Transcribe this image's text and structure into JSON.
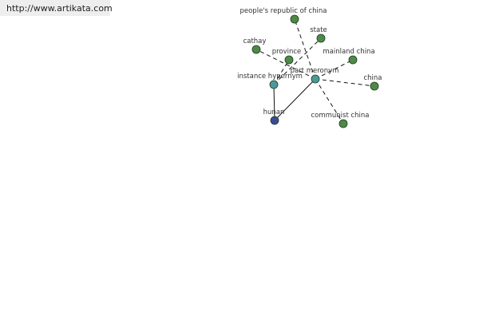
{
  "site": {
    "url_label": "http://www.artikata.com"
  },
  "graph": {
    "colors": {
      "root": "#3c4a96",
      "relation": "#4a9a9c",
      "term": "#4d8a47",
      "edge": "#111111",
      "node_stroke": "#1f3a1f"
    },
    "nodes": [
      {
        "id": "hunan",
        "label": "hunan",
        "kind": "root"
      },
      {
        "id": "instance-hypernym",
        "label": "instance hypernym",
        "kind": "relation"
      },
      {
        "id": "part-meronym",
        "label": "part meronym",
        "kind": "relation"
      },
      {
        "id": "peoples-republic-of-china",
        "label": "people's republic of china",
        "kind": "term"
      },
      {
        "id": "state",
        "label": "state",
        "kind": "term"
      },
      {
        "id": "cathay",
        "label": "cathay",
        "kind": "term"
      },
      {
        "id": "province",
        "label": "province",
        "kind": "term"
      },
      {
        "id": "mainland-china",
        "label": "mainland china",
        "kind": "term"
      },
      {
        "id": "china",
        "label": "china",
        "kind": "term"
      },
      {
        "id": "communist-china",
        "label": "communist china",
        "kind": "term"
      }
    ],
    "edges": [
      {
        "from": "hunan",
        "to": "instance-hypernym",
        "style": "solid"
      },
      {
        "from": "hunan",
        "to": "part-meronym",
        "style": "solid"
      },
      {
        "from": "instance-hypernym",
        "to": "province",
        "style": "dashed"
      },
      {
        "from": "instance-hypernym",
        "to": "state",
        "style": "dashed"
      },
      {
        "from": "part-meronym",
        "to": "peoples-republic-of-china",
        "style": "dashed"
      },
      {
        "from": "part-meronym",
        "to": "cathay",
        "style": "dashed"
      },
      {
        "from": "part-meronym",
        "to": "mainland-china",
        "style": "dashed"
      },
      {
        "from": "part-meronym",
        "to": "china",
        "style": "dashed"
      },
      {
        "from": "part-meronym",
        "to": "communist-china",
        "style": "dashed"
      }
    ]
  }
}
